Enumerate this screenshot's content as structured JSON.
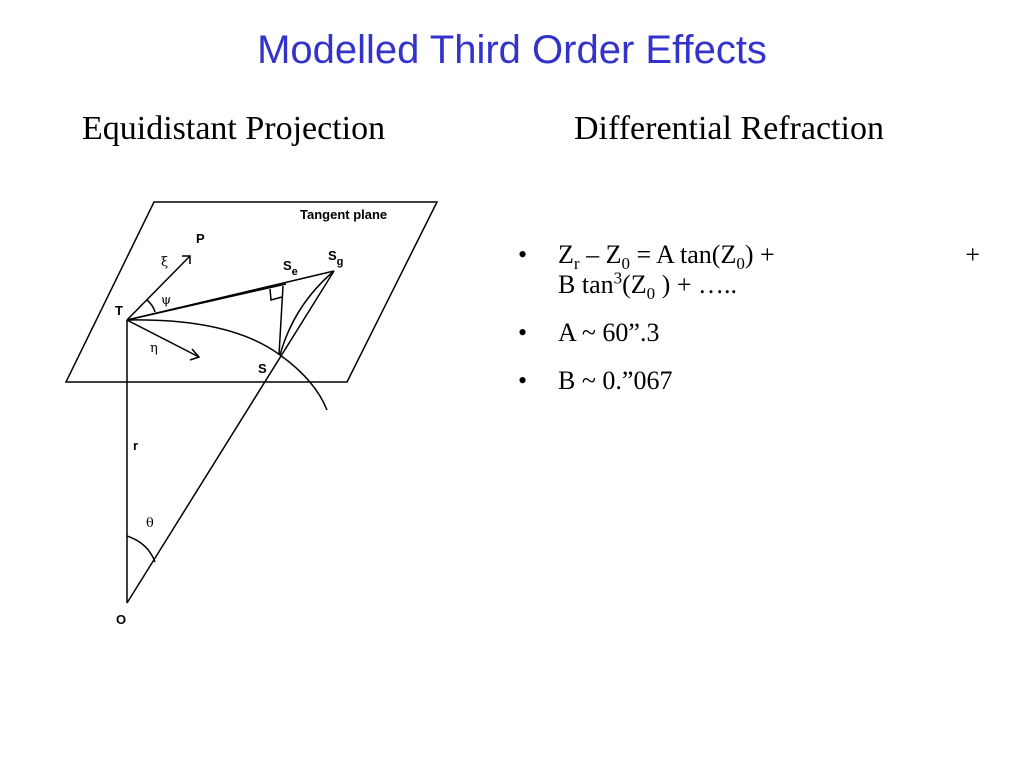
{
  "title": "Modelled Third Order Effects",
  "left_heading": "Equidistant Projection",
  "right_heading": "Differential Refraction",
  "diagram": {
    "labels": {
      "plane": "Tangent plane",
      "P": "P",
      "xi": "ξ",
      "psi": "ψ",
      "T": "T",
      "eta": "η",
      "S": "S",
      "Se_main": "S",
      "Se_sub": "e",
      "Sg_main": "S",
      "Sg_sub": "g",
      "r": "r",
      "theta": "θ",
      "O": "O"
    }
  },
  "bullets": {
    "b1": {
      "z": "Z",
      "r_sub": "r",
      "dash_z": " – Z",
      "zero_sub1": "0",
      "eq": " = A tan(Z",
      "zero_sub2": "0",
      "close": ") +",
      "trail_plus": "+",
      "line2_a": "B tan",
      "sup3": "3",
      "line2_b": "(Z",
      "zero_sub3": "0",
      "line2_c": " ) + ….."
    },
    "b2": "A ~ 60”.3",
    "b3": "B ~ 0.”067"
  }
}
